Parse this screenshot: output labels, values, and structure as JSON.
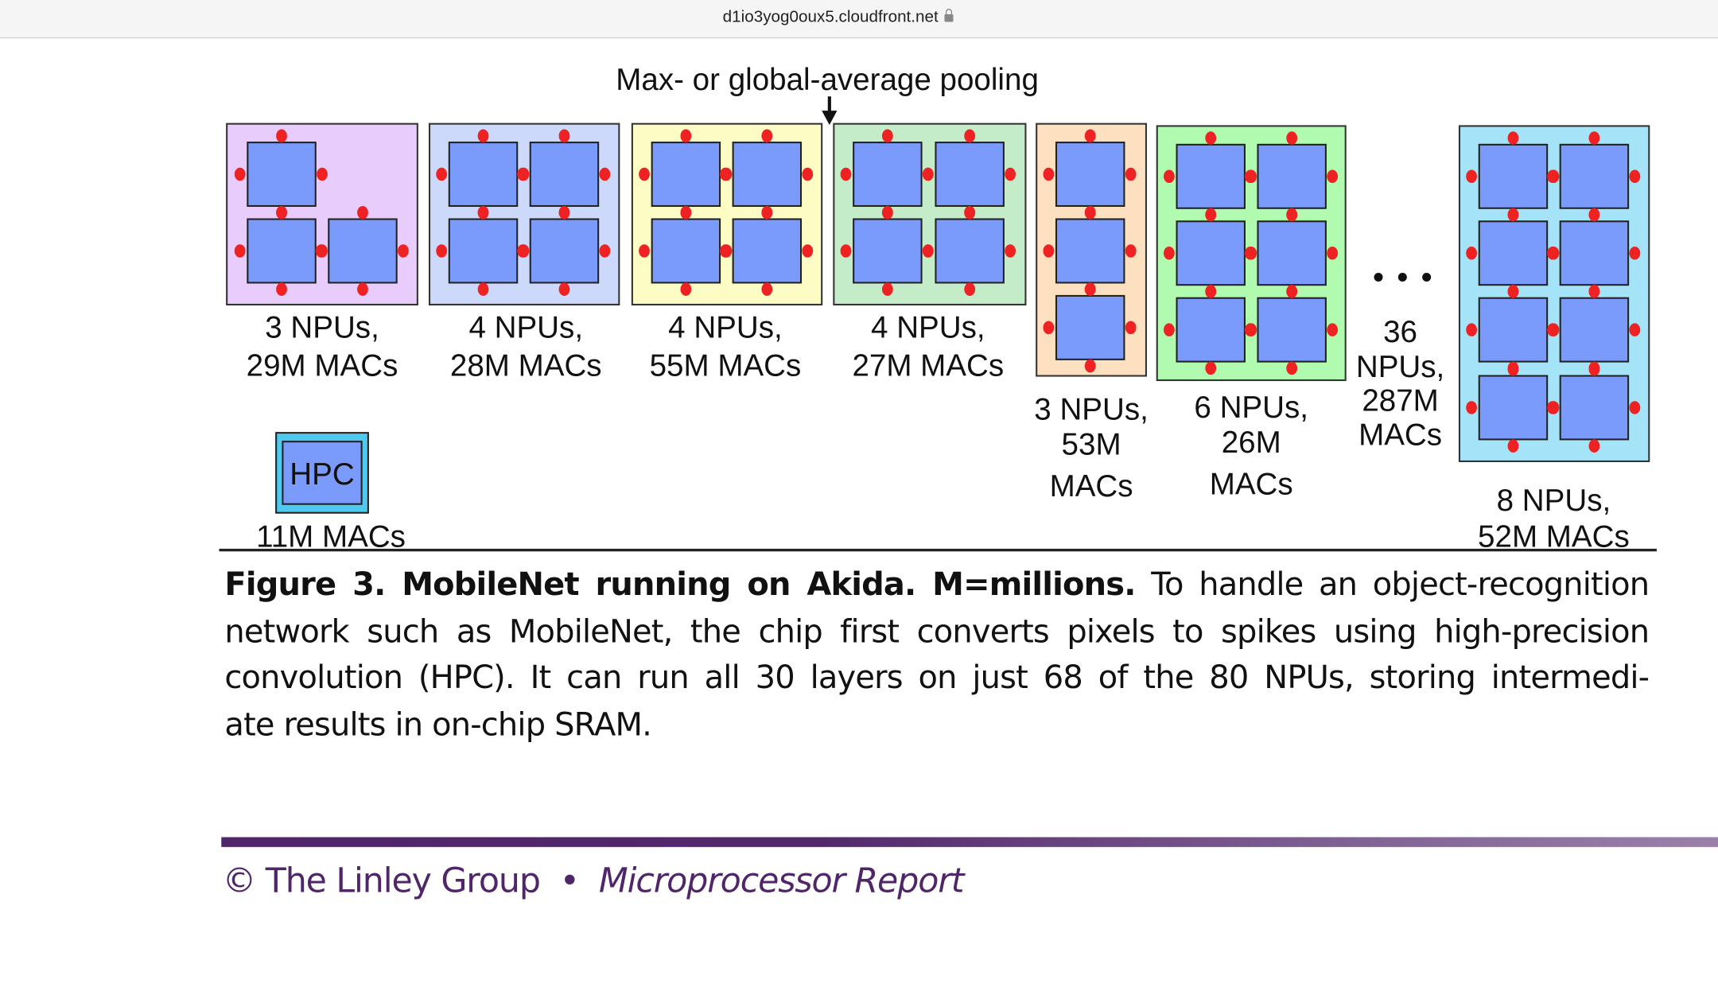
{
  "browser": {
    "url": "d1io3yog0oux5.cloudfront.net"
  },
  "figure": {
    "annotation": "Max- or global-average pooling",
    "groups": [
      {
        "lines": [
          "3 NPUs,",
          "29M MACs"
        ],
        "color": "#e8cdfc"
      },
      {
        "lines": [
          "4 NPUs,",
          "28M MACs"
        ],
        "color": "#cdd9fb"
      },
      {
        "lines": [
          "4 NPUs,",
          "55M MACs"
        ],
        "color": "#fdfcc5"
      },
      {
        "lines": [
          "4 NPUs,",
          "27M MACs"
        ],
        "color": "#c5ecc8"
      },
      {
        "lines": [
          "3 NPUs,",
          "53M",
          "MACs"
        ],
        "color": "#fde0c0"
      },
      {
        "lines": [
          "6 NPUs,",
          "26M",
          "MACs"
        ],
        "color": "#b0fbb0"
      },
      {
        "lines": [
          "36",
          "NPUs,",
          "287M",
          "MACs"
        ],
        "ellipsis": "• • •"
      },
      {
        "lines": [
          "8 NPUs,",
          "52M MACs"
        ],
        "color": "#a5e3f8"
      }
    ],
    "hpc": {
      "label": "HPC",
      "macs": "11M MACs",
      "color": "#4fc9ee"
    },
    "npu_color": "#7b9bfc",
    "spike_color": "#ee2222"
  },
  "caption": {
    "bold": "Figure 3. MobileNet running on Akida. M=millions.",
    "line1": "To handle an object-recognition",
    "line2": "network such as MobileNet, the chip first converts pixels to spikes using high-precision",
    "line3": "convolution (HPC). It can run all 30 layers on just 68 of the 80 NPUs, storing intermedi-",
    "line4": "ate results in on-chip SRAM."
  },
  "footer": {
    "copyright": "© The Linley Group",
    "bullet": "•",
    "publication": "Microprocessor Report"
  }
}
